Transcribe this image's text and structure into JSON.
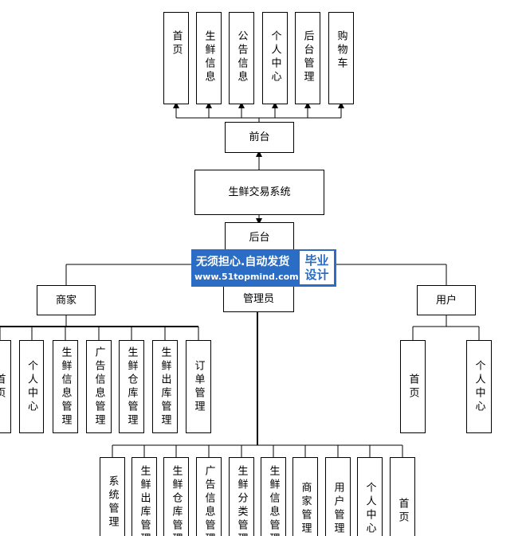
{
  "diagram": {
    "frontend": {
      "label": "前台",
      "items": [
        "首页",
        "生鲜信息",
        "公告信息",
        "个人中心",
        "后台管理",
        "购物车"
      ]
    },
    "system": {
      "label": "生鲜交易系统"
    },
    "backend": {
      "label": "后台"
    },
    "merchant": {
      "label": "商家",
      "items": [
        "首页",
        "个人中心",
        "生鲜信息管理",
        "广告信息管理",
        "生鲜仓库管理",
        "生鲜出库管理",
        "订单管理"
      ]
    },
    "admin": {
      "label": "管理员",
      "items": [
        "系统管理",
        "生鲜出库管理",
        "生鲜仓库管理",
        "广告信息管理",
        "生鲜分类管理",
        "生鲜信息管理",
        "商家管理",
        "用户管理",
        "个人中心",
        "首页"
      ]
    },
    "user": {
      "label": "用户",
      "items": [
        "首页",
        "个人中心"
      ]
    }
  },
  "watermark": {
    "line1": "无须担心.自动发货",
    "line2": "www.51topmind.com",
    "badge_line1": "毕业",
    "badge_line2": "设计"
  }
}
